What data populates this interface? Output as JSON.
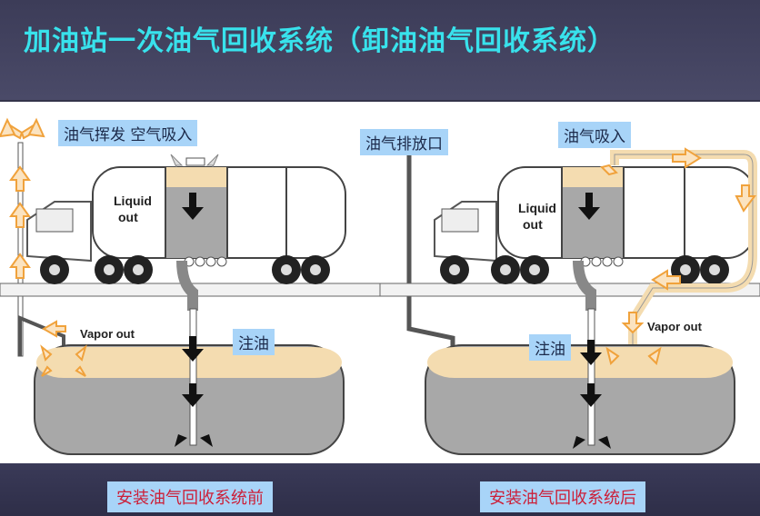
{
  "title": "加油站一次油气回收系统（卸油油气回收系统）",
  "left_panel": {
    "callout_top": "油气挥发  空气吸入",
    "callout_fill": "注油",
    "truck_label_line1": "Liquid",
    "truck_label_line2": "out",
    "vapor_label": "Vapor out",
    "caption": "安装油气回收系统前"
  },
  "right_panel": {
    "callout_vent": "油气排放口",
    "callout_intake": "油气吸入",
    "callout_fill": "注油",
    "truck_label_line1": "Liquid",
    "truck_label_line2": "out",
    "vapor_label": "Vapor out",
    "caption": "安装油气回收系统后"
  },
  "colors": {
    "title": "#38e2ec",
    "callout_bg": "#a8d4f8",
    "caption_text": "#cc1f38",
    "vapor_fill": "#f4dcb0",
    "vapor_arrow": "#f0a23c",
    "liquid": "#a8a8a8"
  }
}
